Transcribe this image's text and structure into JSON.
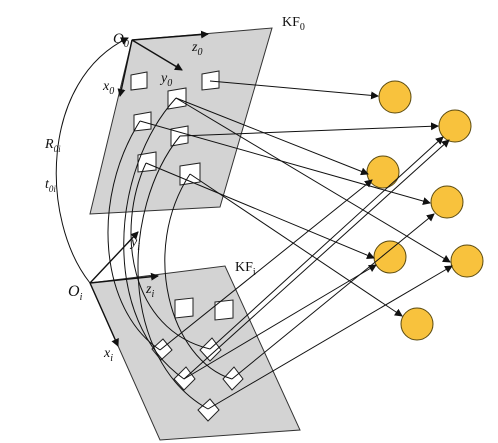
{
  "labels": {
    "kf0": "KF",
    "kf0_sub": "0",
    "kfi": "KF",
    "kfi_sub": "i",
    "o0": "O",
    "o0_sub": "0",
    "z0": "z",
    "z0_sub": "0",
    "x0": "x",
    "x0_sub": "0",
    "y0": "y",
    "y0_sub": "0",
    "r": "R",
    "r_sub": "0i",
    "t": "t",
    "t_sub": "0i",
    "oi": "O",
    "oi_sub": "i",
    "yi": "y",
    "yi_sub": "i",
    "zi": "z",
    "zi_sub": "i",
    "xi": "x",
    "xi_sub": "i"
  },
  "colors": {
    "plane_fill": "#d3d3d3",
    "point_fill": "#f8c23d",
    "point_stroke": "#5a4a10",
    "line": "#111111"
  }
}
